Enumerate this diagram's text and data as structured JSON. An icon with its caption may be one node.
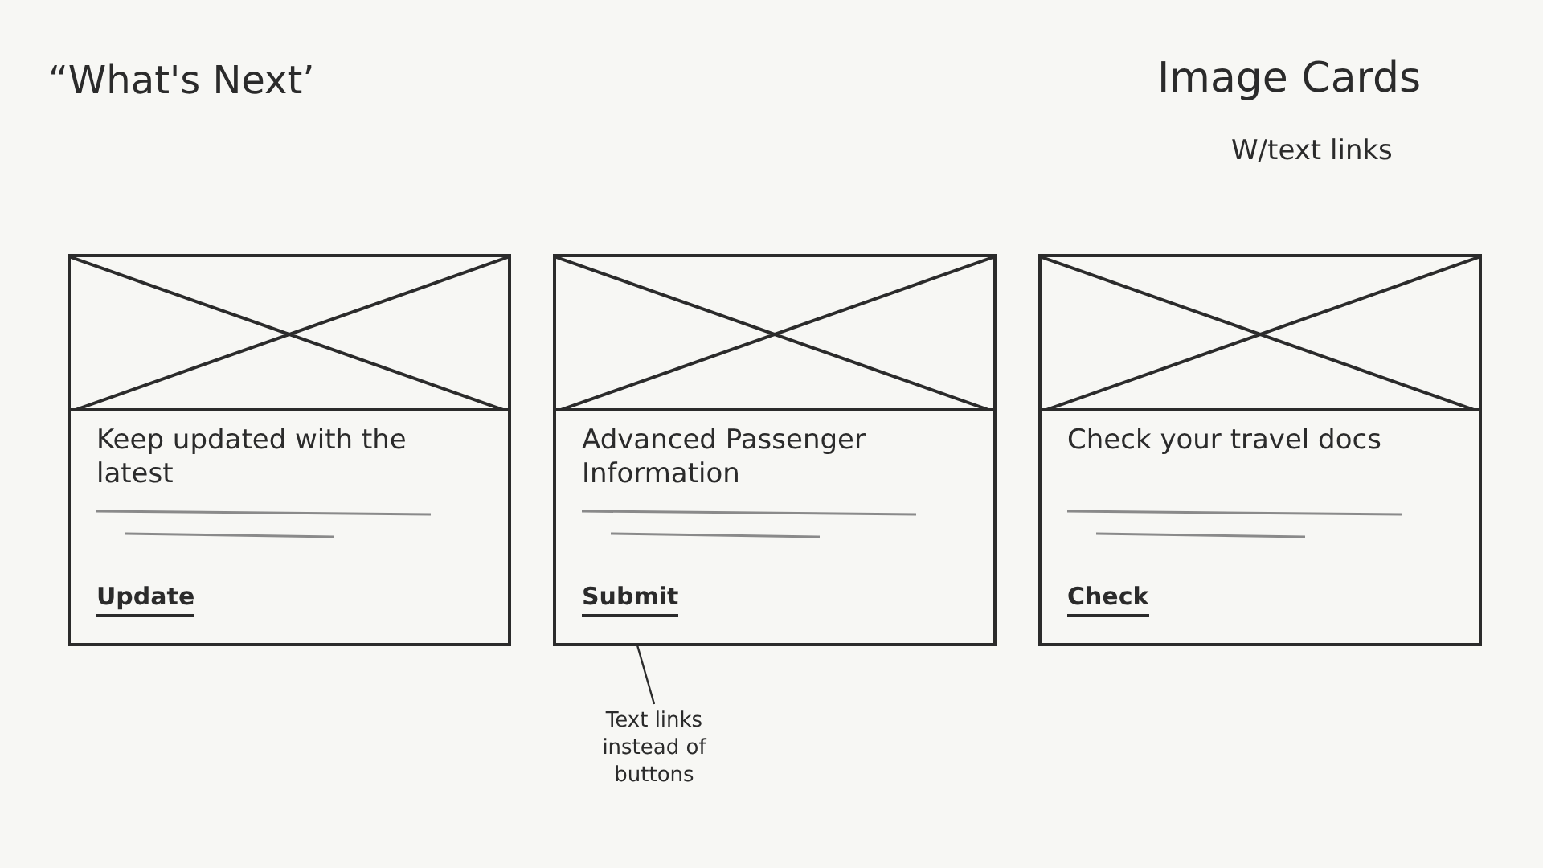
{
  "diagram": {
    "title": "“What's Next’",
    "nodes": [
      {
        "text": [
          "Keep updated with the latest"
        ]
      },
      {
        "text": [
          "Update"
        ],
        "in": 0
      },
      {
        "text": [
          "Advanced Passenger Information"
        ]
      },
      {
        "text": [
          "Submit"
        ],
        "in": 2
      },
      {
        "text": [
          "Check your travel docs"
        ]
      },
      {
        "text": [
          "Check"
        ],
        "in": 4
      },
      {
        "text": [
          "Text links instead of buttons"
        ]
      }
    ],
    "edges": [
      {
        "from": 6,
        "to": 3,
        "arrow": "none"
      }
    ],
    "labels": [
      "Image Cards",
      "W/text links"
    ]
  }
}
